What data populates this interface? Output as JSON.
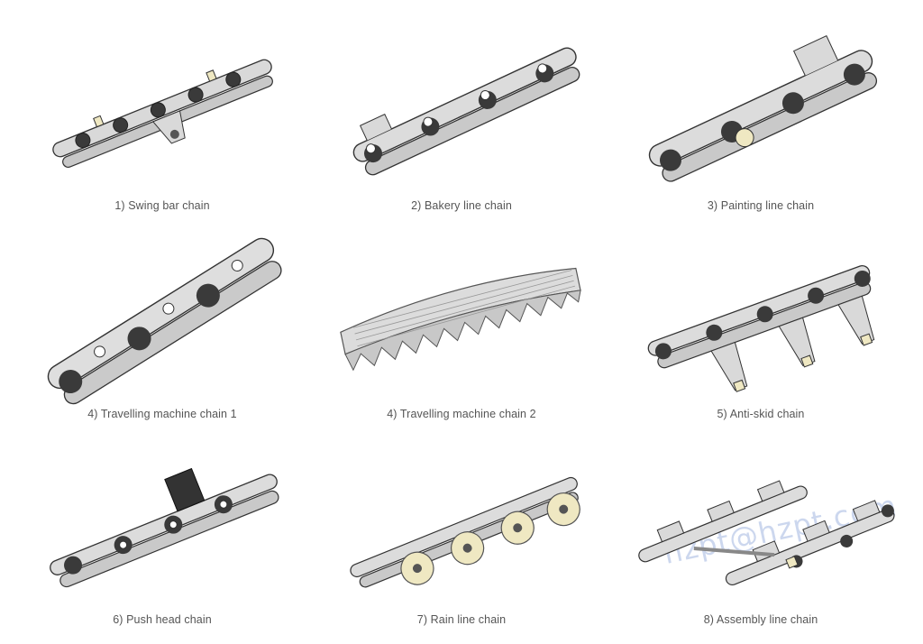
{
  "colors": {
    "link_fill": "#d9d9d9",
    "link_stroke": "#333333",
    "roller_dark": "#3a3a3a",
    "roller_cream": "#efe8c2",
    "caption_text": "#555555",
    "watermark": "#7896d2"
  },
  "items": [
    {
      "caption": "1)  Swing bar chain",
      "icon": "swing-bar-chain-image"
    },
    {
      "caption": "2)  Bakery line chain",
      "icon": "bakery-line-chain-image"
    },
    {
      "caption": "3)  Painting line chain",
      "icon": "painting-line-chain-image"
    },
    {
      "caption": "4)  Travelling machine chain 1",
      "icon": "travelling-machine-chain-1-image"
    },
    {
      "caption": "4)  Travelling machine chain 2",
      "icon": "travelling-machine-chain-2-image"
    },
    {
      "caption": "5)  Anti-skid chain",
      "icon": "anti-skid-chain-image"
    },
    {
      "caption": "6)  Push head chain",
      "icon": "push-head-chain-image"
    },
    {
      "caption": "7)  Rain line chain",
      "icon": "rain-line-chain-image"
    },
    {
      "caption": "8)  Assembly line chain",
      "icon": "assembly-line-chain-image"
    }
  ],
  "watermark": "hzpt@hzpt.com"
}
